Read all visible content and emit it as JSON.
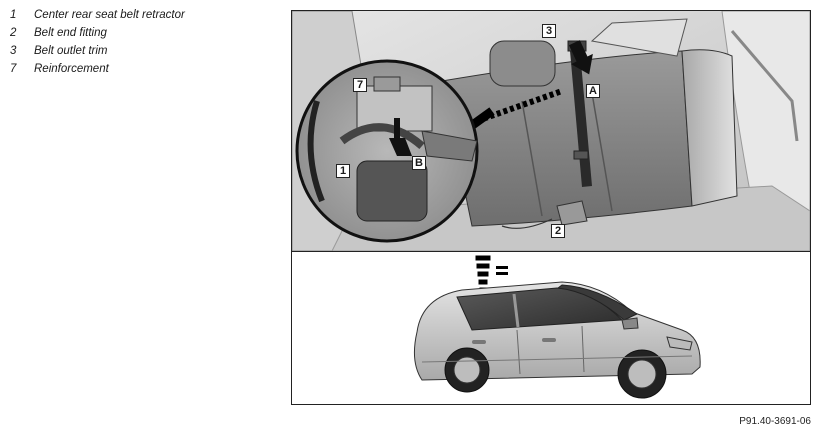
{
  "legend": [
    {
      "num": "1",
      "label": "Center rear seat belt retractor"
    },
    {
      "num": "2",
      "label": "Belt end fitting"
    },
    {
      "num": "3",
      "label": "Belt outlet trim"
    },
    {
      "num": "7",
      "label": "Reinforcement"
    }
  ],
  "callouts": {
    "c1": "1",
    "c2": "2",
    "c3": "3",
    "c7": "7",
    "cA": "A",
    "cB": "B"
  },
  "ref_code": "P91.40-3691-06"
}
